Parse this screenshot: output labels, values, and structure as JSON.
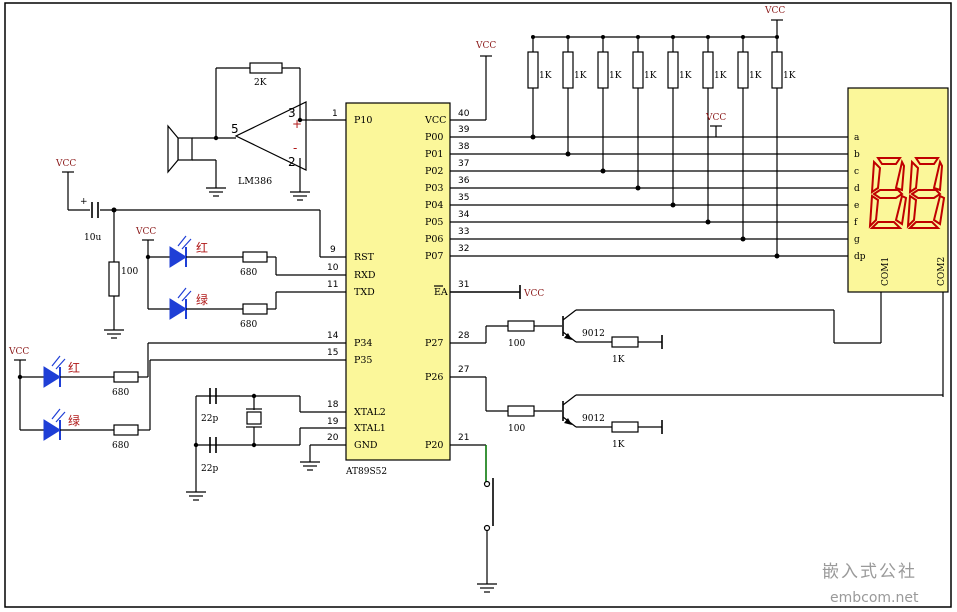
{
  "supply_label": "VCC",
  "colors": {
    "wire": "#000000",
    "led": "#1f3fd6",
    "vcc": "#8b1a1a",
    "chip": "#fbf79a",
    "segment": "#c00000"
  },
  "mcu": {
    "name": "AT89S52",
    "left_pins": [
      {
        "num": "1",
        "name": "P10"
      },
      {
        "num": "9",
        "name": "RST"
      },
      {
        "num": "10",
        "name": "RXD"
      },
      {
        "num": "11",
        "name": "TXD"
      },
      {
        "num": "14",
        "name": "P34"
      },
      {
        "num": "15",
        "name": "P35"
      },
      {
        "num": "18",
        "name": "XTAL2"
      },
      {
        "num": "19",
        "name": "XTAL1"
      },
      {
        "num": "20",
        "name": "GND"
      }
    ],
    "right_pins": [
      {
        "num": "40",
        "name": "VCC"
      },
      {
        "num": "39",
        "name": "P00"
      },
      {
        "num": "38",
        "name": "P01"
      },
      {
        "num": "37",
        "name": "P02"
      },
      {
        "num": "36",
        "name": "P03"
      },
      {
        "num": "35",
        "name": "P04"
      },
      {
        "num": "34",
        "name": "P05"
      },
      {
        "num": "33",
        "name": "P06"
      },
      {
        "num": "32",
        "name": "P07"
      },
      {
        "num": "31",
        "name": "EA"
      },
      {
        "num": "28",
        "name": "P27"
      },
      {
        "num": "27",
        "name": "P26"
      },
      {
        "num": "21",
        "name": "P20"
      }
    ]
  },
  "amplifier": {
    "name": "LM386",
    "feedback_res": "2K",
    "pin_in": "3",
    "pin_gnd": "2",
    "pin_out": "5",
    "plus": "+",
    "minus": "-"
  },
  "pullups": [
    "1K",
    "1K",
    "1K",
    "1K",
    "1K",
    "1K",
    "1K",
    "1K"
  ],
  "display": {
    "segments": [
      "a",
      "b",
      "c",
      "d",
      "e",
      "f",
      "g",
      "dp"
    ],
    "com1": "COM1",
    "com2": "COM2",
    "digits": "88"
  },
  "reset": {
    "cap": "10u",
    "res": "100"
  },
  "serial_leds": [
    {
      "color": "红",
      "res": "680"
    },
    {
      "color": "绿",
      "res": "680"
    }
  ],
  "port3_leds": [
    {
      "color": "红",
      "res": "680"
    },
    {
      "color": "绿",
      "res": "680"
    }
  ],
  "crystal": {
    "cap1": "22p",
    "cap2": "22p"
  },
  "drivers": [
    {
      "base_res": "100",
      "transistor": "9012",
      "emitter_res": "1K"
    },
    {
      "base_res": "100",
      "transistor": "9012",
      "emitter_res": "1K"
    }
  ],
  "watermark": {
    "line1": "嵌入式公社",
    "line2": "embcom.net"
  }
}
